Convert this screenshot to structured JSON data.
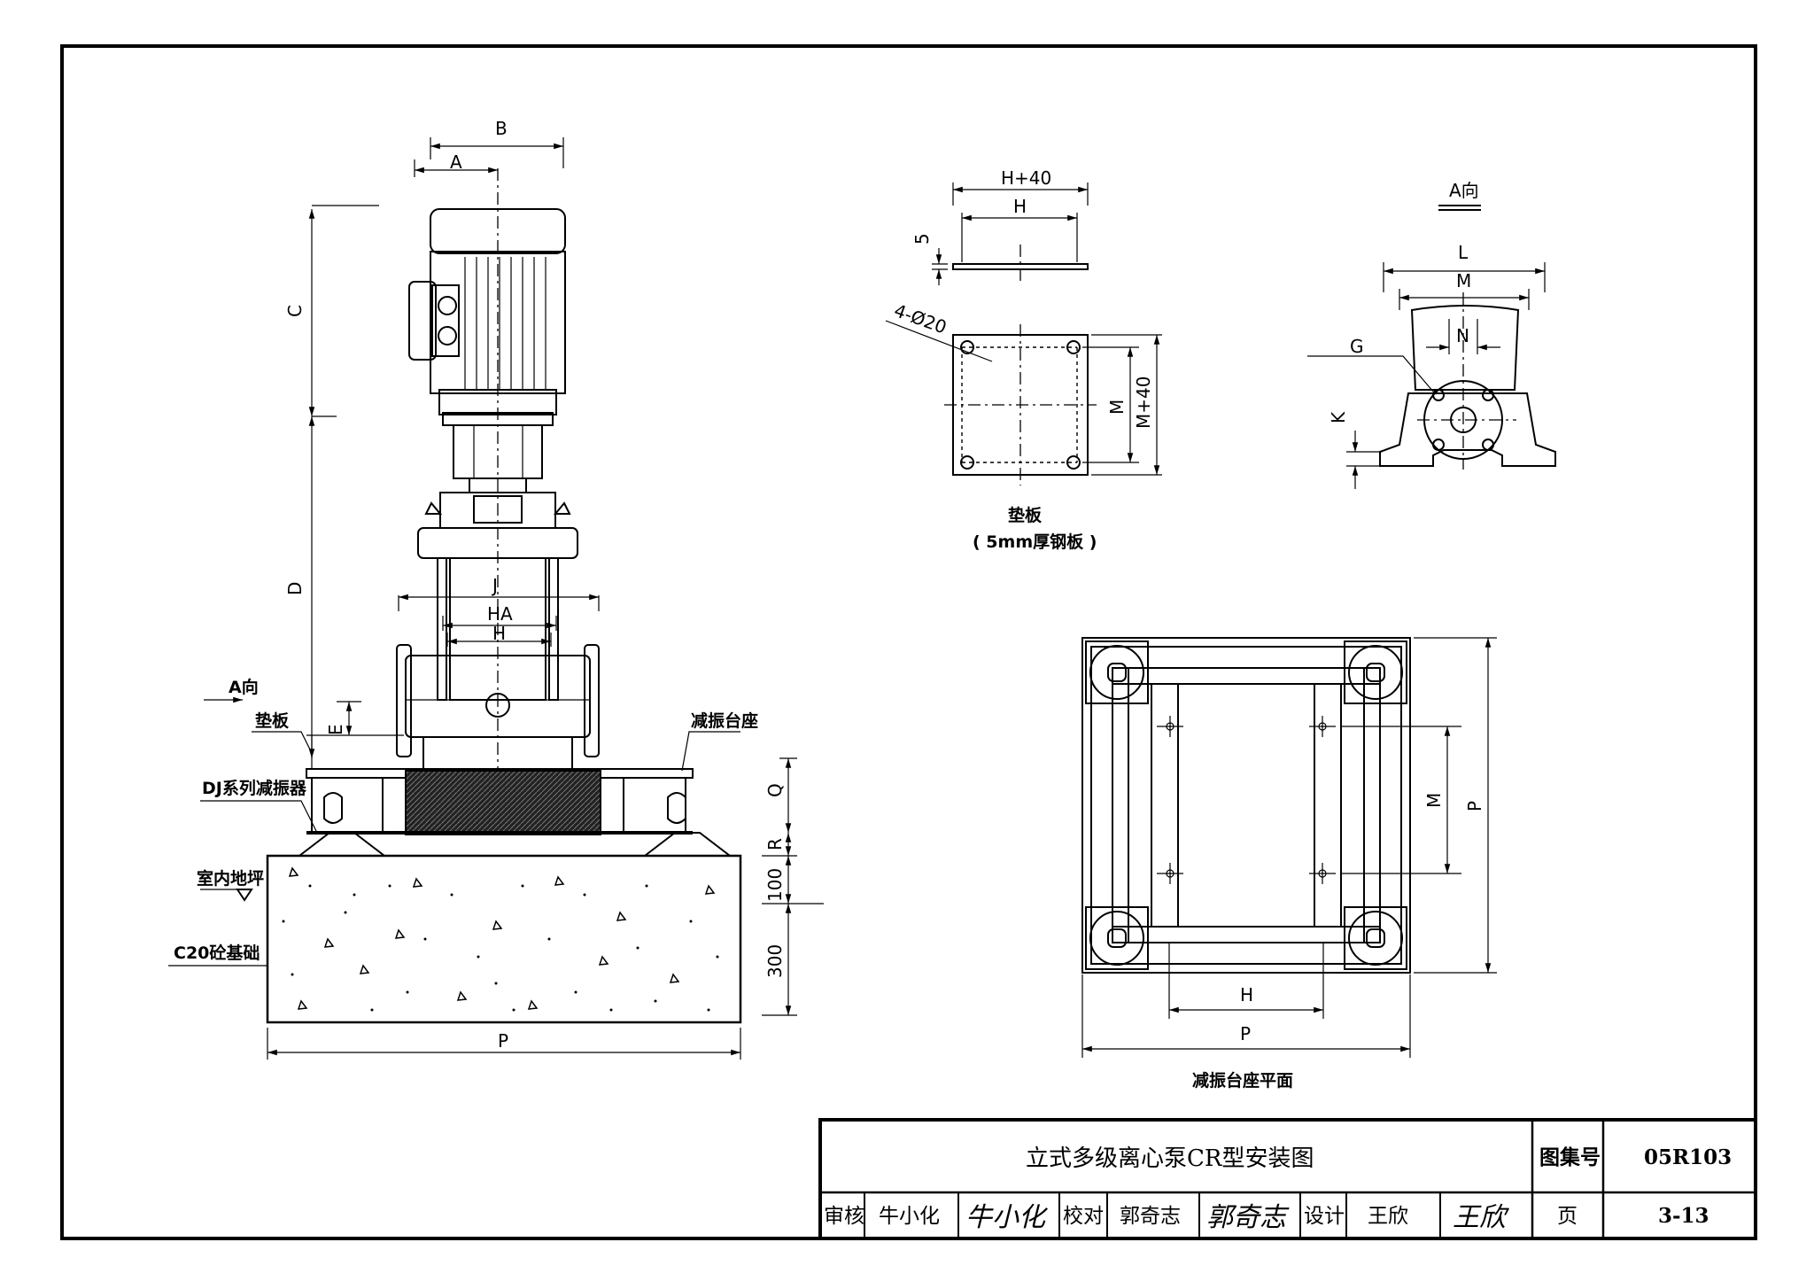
{
  "main_view": {
    "dim_A": "A",
    "dim_B": "B",
    "dim_C": "C",
    "dim_D": "D",
    "dim_E": "E",
    "dim_J": "J",
    "dim_HA": "HA",
    "dim_H": "H",
    "dim_Q": "Q",
    "dim_R": "R",
    "dim_100": "100",
    "dim_300": "300",
    "dim_P": "P",
    "label_a_direction": "A向",
    "label_pad": "垫板",
    "label_damper_base": "减振台座",
    "label_dj_damper": "DJ系列减振器",
    "label_floor": "室内地坪",
    "label_foundation": "C20砼基础"
  },
  "pad_plate": {
    "dim_h40": "H+40",
    "dim_h": "H",
    "dim_5": "5",
    "dim_holes": "4-Ø20",
    "dim_m": "M",
    "dim_m40": "M+40",
    "caption": "垫板",
    "caption_sub": "( 5mm厚钢板 )"
  },
  "a_view": {
    "title": "A向",
    "dim_L": "L",
    "dim_M": "M",
    "dim_N": "N",
    "dim_G": "G",
    "dim_K": "K"
  },
  "base_plan": {
    "dim_M": "M",
    "dim_P_v": "P",
    "dim_H": "H",
    "dim_P_h": "P",
    "caption": "减振台座平面"
  },
  "title_block": {
    "title": "立式多级离心泵CR型安装图",
    "atlas_label": "图集号",
    "atlas_no": "05R103",
    "review_label": "审核",
    "review_name": "牛小化",
    "check_label": "校对",
    "check_name": "郭奇志",
    "design_label": "设计",
    "design_name": "王欣",
    "page_label": "页",
    "page_no": "3-13"
  }
}
